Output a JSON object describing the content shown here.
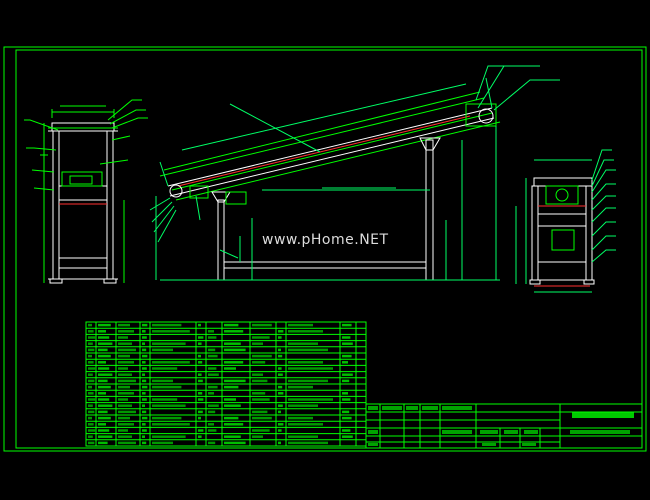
{
  "watermark": "www.pHome.NET",
  "colors": {
    "background": "#000000",
    "line_primary": "#00ff00",
    "line_secondary": "#00cc00",
    "line_structure": "#ffffff",
    "accent": "#ff3030",
    "dimension": "#00ff66"
  },
  "drawing": {
    "views": [
      "front-view",
      "side-elevation",
      "end-view"
    ],
    "parts_list_rows": 20
  }
}
